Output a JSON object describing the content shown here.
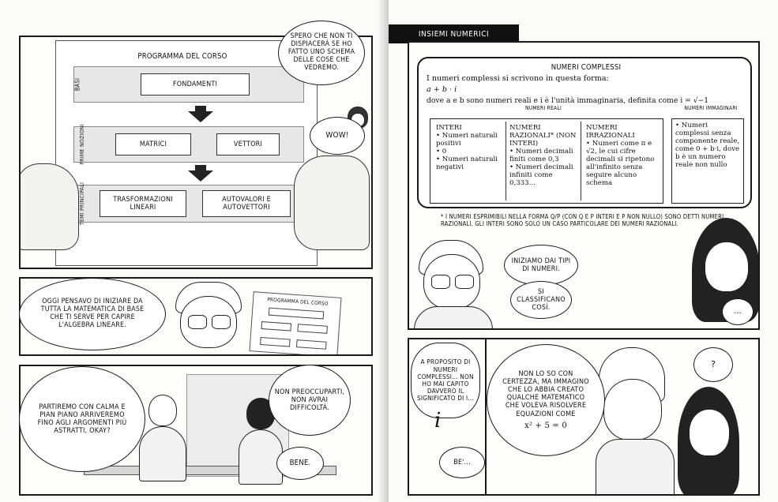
{
  "left_page": {
    "panel1": {
      "sheet_title": "PROGRAMMA DEL CORSO",
      "rows": [
        {
          "tag": "BASI",
          "boxes": [
            "FONDAMENTI"
          ]
        },
        {
          "tag": "PRIME NOZIONI",
          "boxes": [
            "MATRICI",
            "VETTORI"
          ]
        },
        {
          "tag": "TEMI PRINCIPALI",
          "boxes": [
            "TRASFORMAZIONI LINEARI",
            "AUTOVALORI E AUTOVETTORI"
          ]
        }
      ],
      "bubble_spero": "SPERO CHE NON TI DISPIACERÀ SE HO FATTO UNO SCHEMA DELLE COSE CHE VEDREMO.",
      "bubble_wow": "WOW!"
    },
    "panel2": {
      "bubble": "OGGI PENSAVO DI INIZIARE DA TUTTA LA MATEMATICA DI BASE CHE TI SERVE PER CAPIRE L'ALGEBRA LINEARE.",
      "mini_sheet_title": "PROGRAMMA DEL CORSO"
    },
    "panel3": {
      "bubble_partiremo": "PARTIREMO CON CALMA E PIAN PIANO ARRIVEREMO FINO AGLI ARGOMENTI PIÙ ASTRATTI, OKAY?",
      "bubble_non_preoccuparti": "NON PREOCCUPARTI, NON AVRAI DIFFICOLTÀ.",
      "bubble_bene": "BENE."
    }
  },
  "right_page": {
    "section_title": "INSIEMI NUMERICI",
    "info": {
      "heading": "NUMERI COMPLESSI",
      "line1": "I numeri complessi si scrivono in questa forma:",
      "formula": "a + b · i",
      "line3": "dove a e b sono numeri reali e i è l'unità immaginaria, definita come i = √−1",
      "label_reali": "NUMERI REALI",
      "label_immaginari": "NUMERI IMMAGINARI",
      "interi": "INTERI\n• Numeri naturali positivi\n• 0\n• Numeri naturali negativi",
      "razionali": "NUMERI RAZIONALI* (NON INTERI)\n• Numeri decimali finiti come 0,3\n• Numeri decimali infiniti come 0,333...",
      "irrazionali": "NUMERI IRRAZIONALI\n• Numeri come π e √2, le cui cifre decimali si ripetono all'infinito senza seguire alcuno schema",
      "immaginari": "• Numeri complessi senza componente reale, come 0 + b·i, dove b è un numero reale non nullo"
    },
    "footnote": "* I NUMERI ESPRIMIBILI NELLA FORMA Q/P (CON Q E P INTERI E P NON NULLO) SONO DETTI NUMERI RAZIONALI. GLI INTERI SONO SOLO UN CASO PARTICOLARE DEI NUMERI RAZIONALI.",
    "panel_a": {
      "bubble_iniziamo": "INIZIAMO DAI TIPI DI NUMERI.",
      "bubble_si_classificano": "SI CLASSIFICANO COSÌ.",
      "bubble_dots": "..."
    },
    "panel_b": {
      "bubble_a_proposito": "A PROPOSITO DI NUMERI COMPLESSI... NON HO MAI CAPITO DAVVERO IL SIGNIFICATO DI i...",
      "italic_i": "i",
      "bubble_be": "BE'...",
      "bubble_non_lo_so": "NON LO SO CON CERTEZZA, MA IMMAGINO CHE LO ABBIA CREATO QUALCHE MATEMATICO CHE VOLEVA RISOLVERE EQUAZIONI COME",
      "equation": "x² + 5 = 0",
      "bubble_question": "?"
    }
  }
}
